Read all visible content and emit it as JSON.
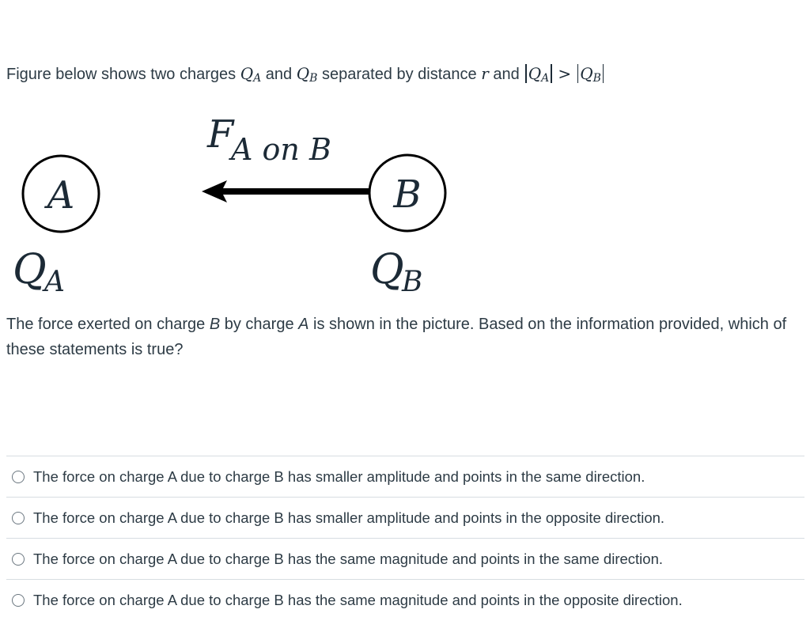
{
  "intro": {
    "p1": "Figure below shows two charges ",
    "qa_sym": "Q",
    "qa_sub": "A",
    "p2": " and ",
    "qb_sym": "Q",
    "qb_sub": "B",
    "p3": " separated by distance ",
    "r_sym": "r",
    "p4": " and ",
    "gt": ">"
  },
  "diagram": {
    "force_label_f": "F",
    "force_label_sub": "A on B",
    "circle_a": "A",
    "circle_b": "B",
    "charge_a_q": "Q",
    "charge_a_sub": "A",
    "charge_b_q": "Q",
    "charge_b_sub": "B",
    "arrow_direction": "left"
  },
  "question": {
    "s1": "The force exerted on charge ",
    "b": "B",
    "s2": " by charge ",
    "a": "A",
    "s3": " is shown in the picture. Based on the information provided, which of these statements is true?"
  },
  "answers": [
    {
      "label": "The force on charge A due to charge B has smaller amplitude and points in the same direction."
    },
    {
      "label": "The force on charge A due to charge B has smaller amplitude and points in the opposite direction."
    },
    {
      "label": "The force on charge A due to charge B has the same magnitude and points in the same direction."
    },
    {
      "label": "The force on charge A due to charge B has the same magnitude and points in the opposite direction."
    }
  ]
}
